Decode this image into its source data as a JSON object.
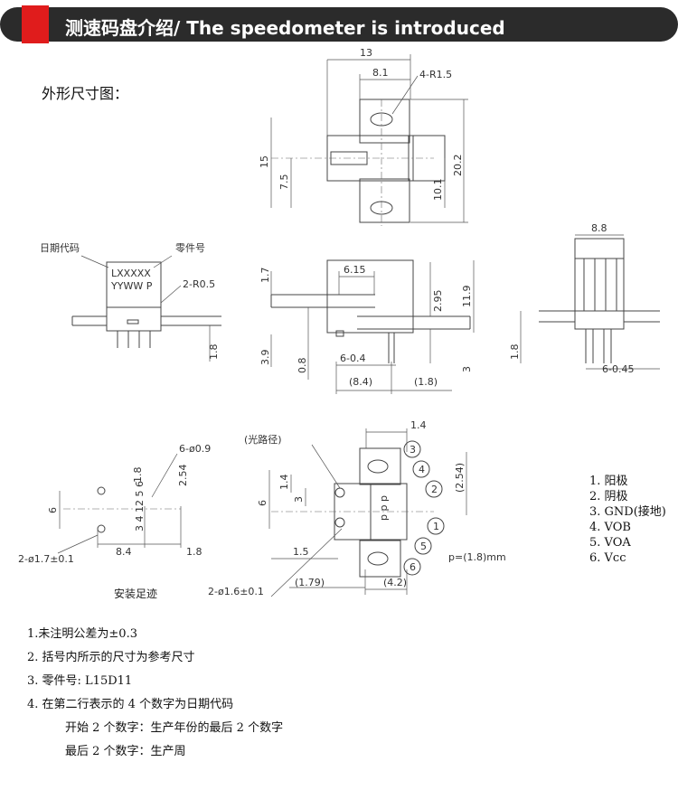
{
  "header": {
    "title": "测速码盘介绍/ The speedometer is introduced"
  },
  "subtitle": "外形尺寸图：",
  "drawing": {
    "top_view": {
      "d13": "13",
      "d8_1": "8.1",
      "r": "4-R1.5",
      "d15": "15",
      "d7_5": "7.5",
      "d20_2": "20.2",
      "d10_1": "10.1"
    },
    "front_left": {
      "date_code": "日期代码",
      "part_no": "零件号",
      "lx": "LXXXXX",
      "yyww": "YYWW P",
      "r05": "2-R0.5",
      "d1_8": "1.8"
    },
    "front_mid": {
      "d1_7": "1.7",
      "d6_15": "6.15",
      "tol_a": "2.95",
      "d11_9": "11.9",
      "d3_9": "3.9",
      "d0_8": "0.8",
      "d6_04": "6-0.4",
      "d8_4": "(8.4)",
      "d1_8p": "(1.8)",
      "tol_b": "3"
    },
    "front_right": {
      "d8_8": "8.8",
      "d1_8": "1.8",
      "d6_045": "6-0.45"
    },
    "footprint": {
      "holes": "6-ø0.9",
      "d1_8": "1.8",
      "d2_54": "2.54",
      "d6": "6",
      "pins_a": "2 5 6",
      "pins_b": "3 4 1",
      "pad": "2-ø1.7±0.1",
      "d8_4": "8.4",
      "d1_8b": "1.8",
      "caption": "安装足迹"
    },
    "section": {
      "light_path": "(光路径)",
      "d1_4": "1.4",
      "d2_54": "(2.54)",
      "d6_14": "6",
      "d1_4b": "1.4",
      "d3": "3",
      "p": "p p p",
      "d1_5": "1.5",
      "pitch": "p=(1.8)mm",
      "hole": "2-ø1.6±0.1",
      "d1_79": "(1.79)",
      "d4_2": "(4.2)",
      "n1": "1",
      "n2": "2",
      "n3": "3",
      "n4": "4",
      "n5": "5",
      "n6": "6"
    }
  },
  "pins": [
    "1.  阳极",
    "2.  阴极",
    "3. GND(接地)",
    "4. VOB",
    "5. VOA",
    "6. Vcc"
  ],
  "notes": [
    "1.未注明公差为±0.3",
    "2. 括号内所示的尺寸为参考尺寸",
    "3. 零件号: L15D11",
    "4. 在第二行表示的 4 个数字为日期代码",
    "开始 2 个数字：生产年份的最后 2 个数字",
    "最后 2 个数字：生产周"
  ],
  "colors": {
    "banner": "#2b2b2b",
    "accent": "#e01c1c"
  }
}
